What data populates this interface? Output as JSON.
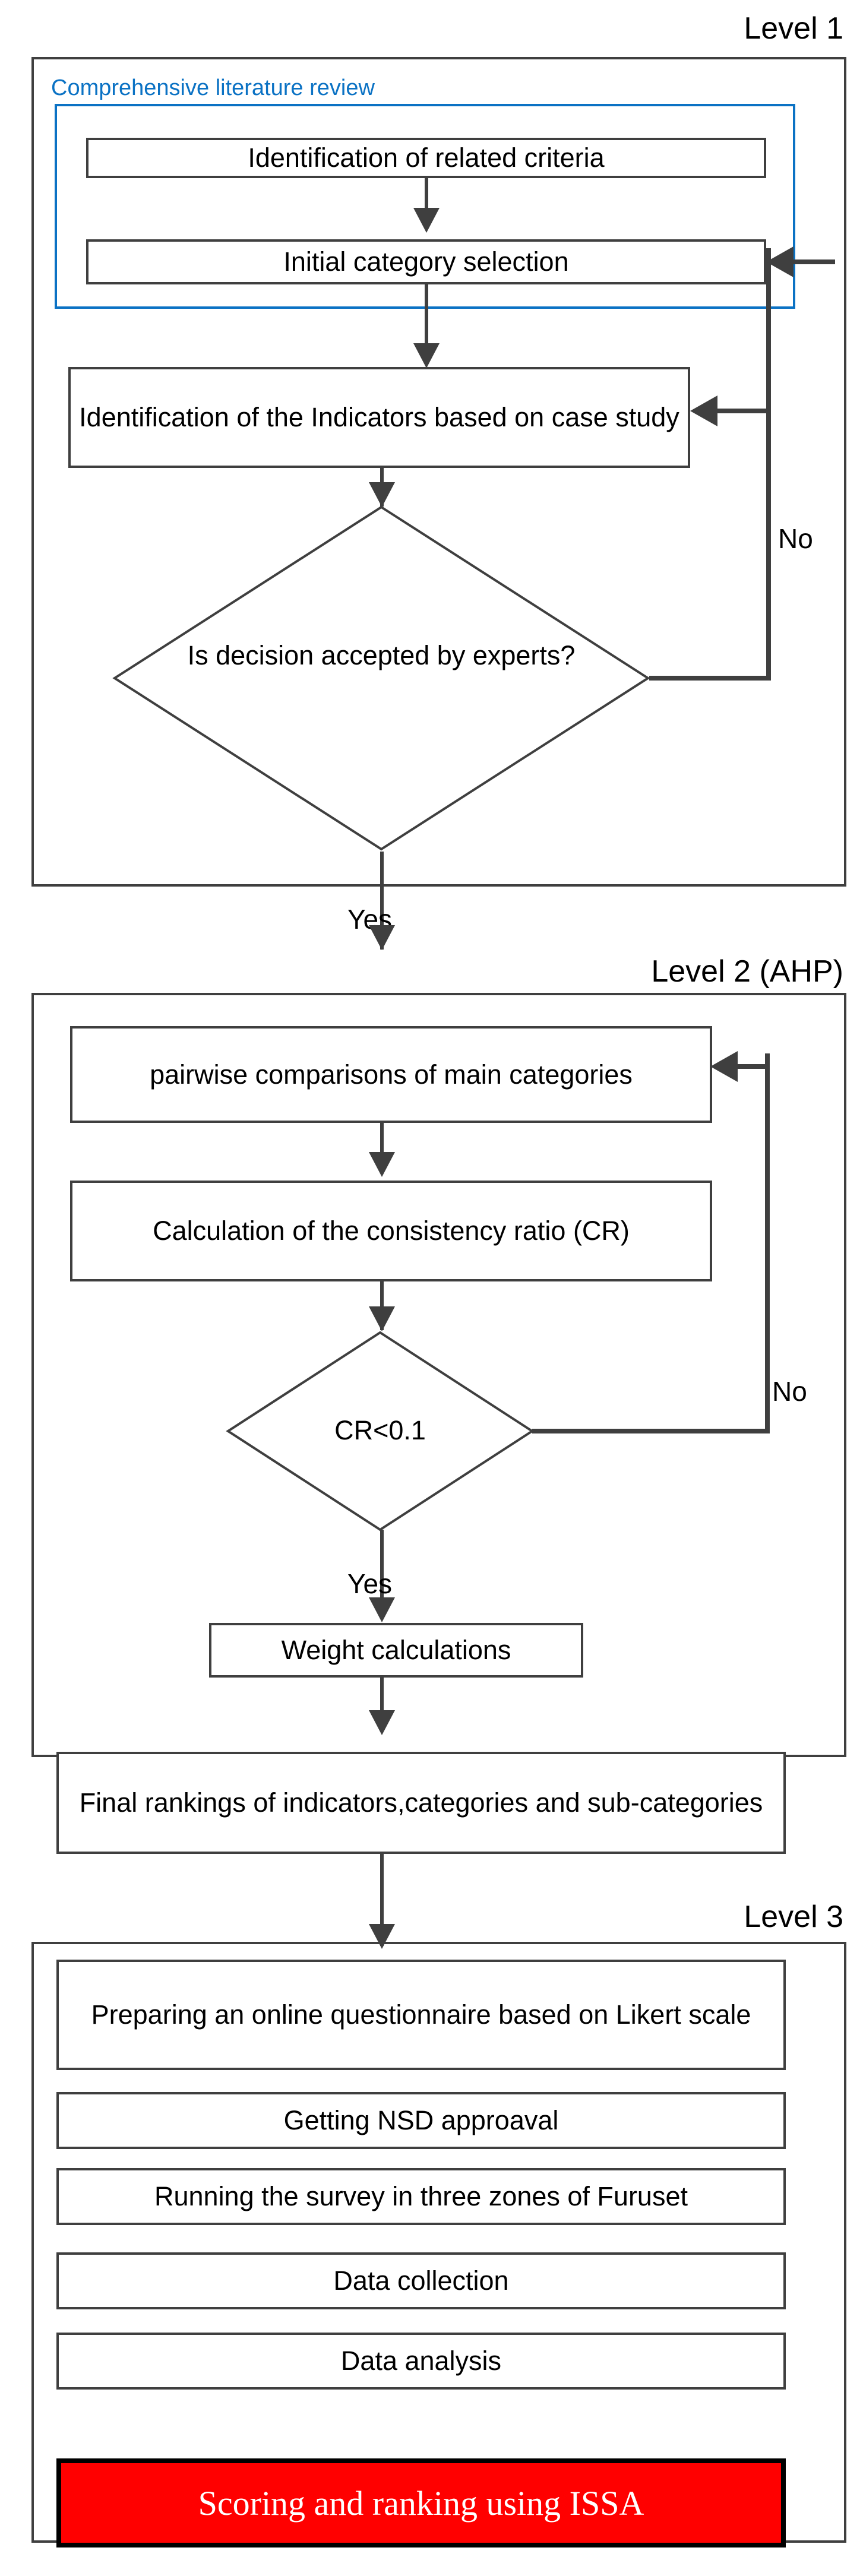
{
  "diagram": {
    "title": "Three level research methodology flowchart",
    "levels": [
      {
        "id": "level1",
        "label": "Level 1",
        "subgroup": {
          "label": "Comprehensive literature review",
          "color": "#0b72c4",
          "nodes": [
            {
              "id": "n1",
              "type": "process",
              "text": "Identification of related criteria"
            },
            {
              "id": "n2",
              "type": "process",
              "text": "Initial category selection"
            }
          ]
        },
        "nodes": [
          {
            "id": "n3",
            "type": "process",
            "text": "Identification of the Indicators based on case study"
          },
          {
            "id": "n4",
            "type": "decision",
            "text": "Is decision accepted by experts?"
          }
        ],
        "edge_labels": {
          "loop": "No",
          "exit": "Yes"
        }
      },
      {
        "id": "level2",
        "label": "Level 2 (AHP)",
        "nodes": [
          {
            "id": "n5",
            "type": "process",
            "text": "pairwise comparisons of main categories"
          },
          {
            "id": "n6",
            "type": "process",
            "text": "Calculation of the consistency ratio (CR)"
          },
          {
            "id": "n7",
            "type": "decision",
            "text": "CR<0.1"
          },
          {
            "id": "n8",
            "type": "process",
            "text": "Weight calculations"
          },
          {
            "id": "n9",
            "type": "process",
            "text": "Final rankings of indicators,categories and sub-categories"
          }
        ],
        "edge_labels": {
          "loop": "No",
          "exit": "Yes"
        }
      },
      {
        "id": "level3",
        "label": "Level 3",
        "nodes": [
          {
            "id": "n10",
            "type": "process",
            "text": "Preparing an online questionnaire based on Likert scale"
          },
          {
            "id": "n11",
            "type": "process",
            "text": "Getting NSD approaval"
          },
          {
            "id": "n12",
            "type": "process",
            "text": "Running the survey in three zones of Furuset"
          },
          {
            "id": "n13",
            "type": "process",
            "text": "Data collection"
          },
          {
            "id": "n14",
            "type": "process",
            "text": "Data analysis"
          },
          {
            "id": "n15",
            "type": "terminator",
            "text": "Scoring and ranking using ISSA",
            "fill": "#ff0000",
            "text_color": "#ffffff",
            "border": "#000000"
          }
        ]
      }
    ],
    "colors": {
      "stroke": "#3f3f3f",
      "accent_blue": "#0b72c4",
      "terminator_red": "#ff0000",
      "text": "#000000"
    }
  }
}
